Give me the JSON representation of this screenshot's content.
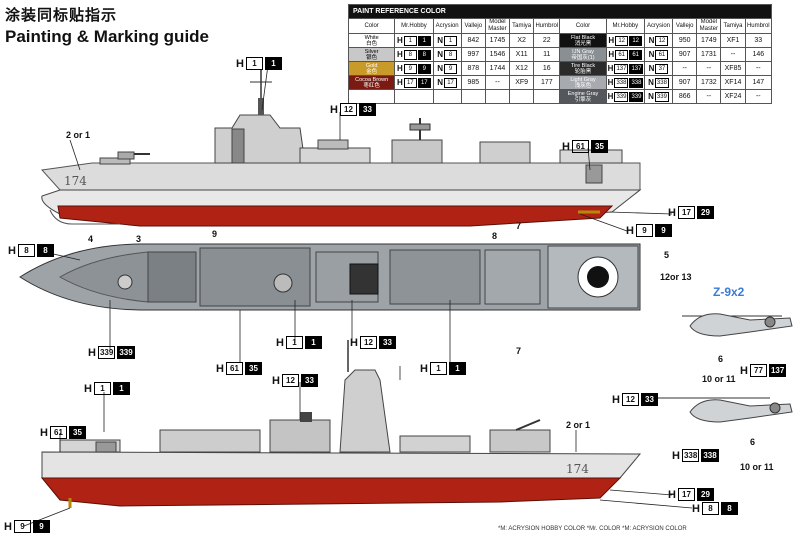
{
  "title_cn": "涂装同标贴指示",
  "title_en": "Painting & Marking guide",
  "table": {
    "header": "PAINT REFERENCE COLOR",
    "columns": [
      "Color",
      "Mr.Hobby",
      "Acrysion",
      "Vallejo",
      "Model Master",
      "Tamiya",
      "Humbrol"
    ],
    "left": [
      {
        "en": "White",
        "cn": "白色",
        "bg": "#ffffff",
        "fg": "#000",
        "mh": "1",
        "ac": "1",
        "va": "842",
        "mm": "1745",
        "ta": "X2",
        "hu": "22"
      },
      {
        "en": "Silver",
        "cn": "银色",
        "bg": "#c8c8c8",
        "fg": "#000",
        "mh": "8",
        "ac": "8",
        "va": "997",
        "mm": "1546",
        "ta": "X11",
        "hu": "11"
      },
      {
        "en": "Gold",
        "cn": "金色",
        "bg": "#c89a2a",
        "fg": "#fff",
        "mh": "9",
        "ac": "9",
        "va": "878",
        "mm": "1744",
        "ta": "X12",
        "hu": "16"
      },
      {
        "en": "Cocoa Brown",
        "cn": "枣红色",
        "bg": "#7a1a12",
        "fg": "#fff",
        "mh": "17",
        "ac": "17",
        "va": "985",
        "mm": "--",
        "ta": "XF9",
        "hu": "177"
      }
    ],
    "right": [
      {
        "en": "Flat Black",
        "cn": "消光黑",
        "bg": "#111111",
        "fg": "#fff",
        "mh": "12",
        "ac": "12",
        "va": "950",
        "mm": "1749",
        "ta": "XF1",
        "hu": "33"
      },
      {
        "en": "IJN Gray",
        "cn": "帝国灰(1)",
        "bg": "#8a8f93",
        "fg": "#fff",
        "mh": "61",
        "ac": "61",
        "va": "907",
        "mm": "1731",
        "ta": "--",
        "hu": "146"
      },
      {
        "en": "Tire Black",
        "cn": "轮胎黑",
        "bg": "#2b2b2b",
        "fg": "#fff",
        "mh": "137",
        "ac": "37",
        "va": "--",
        "mm": "--",
        "ta": "XF85",
        "hu": "--"
      },
      {
        "en": "Light Gray",
        "cn": "浅灰色",
        "bg": "#a7abb0",
        "fg": "#fff",
        "mh": "338",
        "ac": "338",
        "va": "907",
        "mm": "1732",
        "ta": "XF14",
        "hu": "147"
      },
      {
        "en": "Engine Gray",
        "cn": "引擎灰",
        "bg": "#54585c",
        "fg": "#fff",
        "mh": "339",
        "ac": "339",
        "va": "866",
        "mm": "--",
        "ta": "XF24",
        "hu": "--"
      }
    ]
  },
  "hull_number": "174",
  "helicopter": "Z-9x2",
  "callouts": {
    "c1": {
      "a": "1",
      "b": "1"
    },
    "c2": {
      "a": "12",
      "b": "33"
    },
    "c3": {
      "a": "61",
      "b": "35"
    },
    "c4": {
      "a": "17",
      "b": "29"
    },
    "c5": {
      "a": "9",
      "b": "9"
    },
    "c6": {
      "a": "8",
      "b": "8"
    },
    "c7": {
      "a": "339",
      "b": "339"
    },
    "c8": {
      "a": "61",
      "b": "35"
    },
    "c9": {
      "a": "1",
      "b": "1"
    },
    "c10": {
      "a": "12",
      "b": "33"
    },
    "c11": {
      "a": "1",
      "b": "1"
    },
    "c12": {
      "a": "77",
      "b": "137"
    },
    "c13": {
      "a": "12",
      "b": "33"
    },
    "c14": {
      "a": "338",
      "b": "338"
    },
    "c15": {
      "a": "1",
      "b": "1"
    },
    "c16": {
      "a": "12",
      "b": "33"
    },
    "c17": {
      "a": "61",
      "b": "35"
    },
    "c18": {
      "a": "17",
      "b": "29"
    },
    "c19": {
      "a": "8",
      "b": "8"
    },
    "c20": {
      "a": "9",
      "b": "9"
    }
  },
  "numbers": {
    "twoorone_top": "2 or 1",
    "twoorone_bot": "2 or 1",
    "n4": "4",
    "n3": "3",
    "n9": "9",
    "n8": "8",
    "n7a": "7",
    "n7b": "7",
    "n5": "5",
    "n12or13": "12or 13",
    "h1_6": "6",
    "h1_1011": "10 or 11",
    "h2_6": "6",
    "h2_1011": "10 or 11"
  },
  "footer": "*M: ACRYSION HOBBY COLOR   *Mr. COLOR   *M: ACRYSION COLOR"
}
